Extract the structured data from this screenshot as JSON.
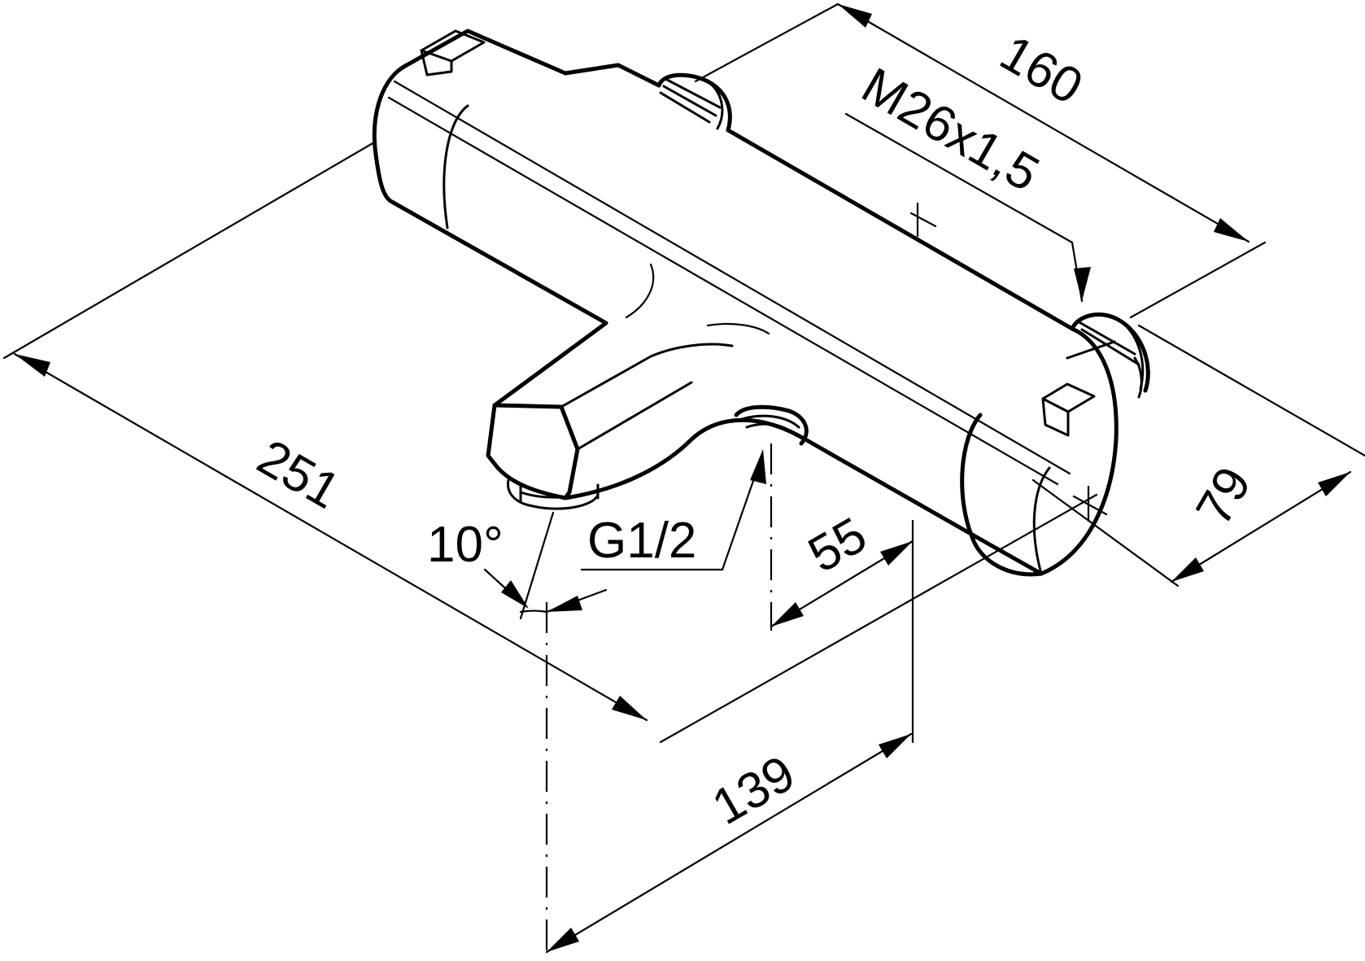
{
  "dimensions": {
    "overall_length": "251",
    "depth": "139",
    "wall_distance": "55",
    "connection_spacing": "160",
    "height": "79"
  },
  "specifications": {
    "connection_thread": "M26x1,5",
    "outlet_thread": "G1/2",
    "spout_angle": "10°"
  }
}
